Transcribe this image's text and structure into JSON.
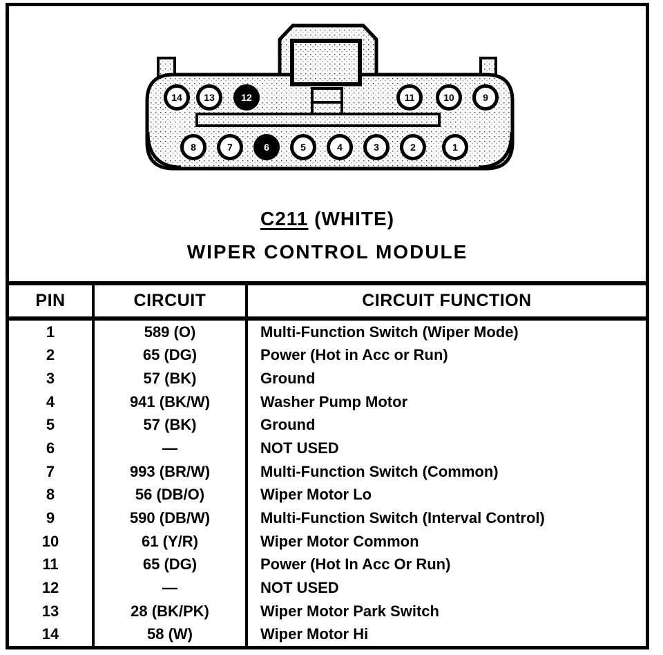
{
  "connector": {
    "label": "C211",
    "color_note": "(WHITE)",
    "module_name": "WIPER CONTROL MODULE",
    "top_row_pins": [
      {
        "n": "14",
        "filled": false
      },
      {
        "n": "13",
        "filled": false
      },
      {
        "n": "12",
        "filled": true
      },
      {
        "n": "11",
        "filled": false
      },
      {
        "n": "10",
        "filled": false
      },
      {
        "n": "9",
        "filled": false
      }
    ],
    "bottom_row_pins": [
      {
        "n": "8",
        "filled": false
      },
      {
        "n": "7",
        "filled": false
      },
      {
        "n": "6",
        "filled": true
      },
      {
        "n": "5",
        "filled": false
      },
      {
        "n": "4",
        "filled": false
      },
      {
        "n": "3",
        "filled": false
      },
      {
        "n": "2",
        "filled": false
      },
      {
        "n": "1",
        "filled": false
      }
    ]
  },
  "table": {
    "headers": [
      "PIN",
      "CIRCUIT",
      "CIRCUIT FUNCTION"
    ],
    "rows": [
      {
        "pin": "1",
        "circuit": "589 (O)",
        "function": "Multi-Function Switch (Wiper Mode)"
      },
      {
        "pin": "2",
        "circuit": "65 (DG)",
        "function": "Power (Hot in Acc or Run)"
      },
      {
        "pin": "3",
        "circuit": "57 (BK)",
        "function": "Ground"
      },
      {
        "pin": "4",
        "circuit": "941 (BK/W)",
        "function": "Washer Pump Motor"
      },
      {
        "pin": "5",
        "circuit": "57 (BK)",
        "function": "Ground"
      },
      {
        "pin": "6",
        "circuit": "—",
        "function": "NOT USED"
      },
      {
        "pin": "7",
        "circuit": "993 (BR/W)",
        "function": "Multi-Function Switch (Common)"
      },
      {
        "pin": "8",
        "circuit": "56 (DB/O)",
        "function": "Wiper Motor Lo"
      },
      {
        "pin": "9",
        "circuit": "590 (DB/W)",
        "function": "Multi-Function Switch (Interval Control)"
      },
      {
        "pin": "10",
        "circuit": "61 (Y/R)",
        "function": "Wiper Motor Common"
      },
      {
        "pin": "11",
        "circuit": "65 (DG)",
        "function": "Power (Hot In Acc Or Run)"
      },
      {
        "pin": "12",
        "circuit": "—",
        "function": "NOT USED"
      },
      {
        "pin": "13",
        "circuit": "28 (BK/PK)",
        "function": "Wiper Motor Park Switch"
      },
      {
        "pin": "14",
        "circuit": "58 (W)",
        "function": "Wiper Motor Hi"
      }
    ]
  },
  "colors": {
    "ink": "#000000",
    "paper": "#ffffff"
  }
}
